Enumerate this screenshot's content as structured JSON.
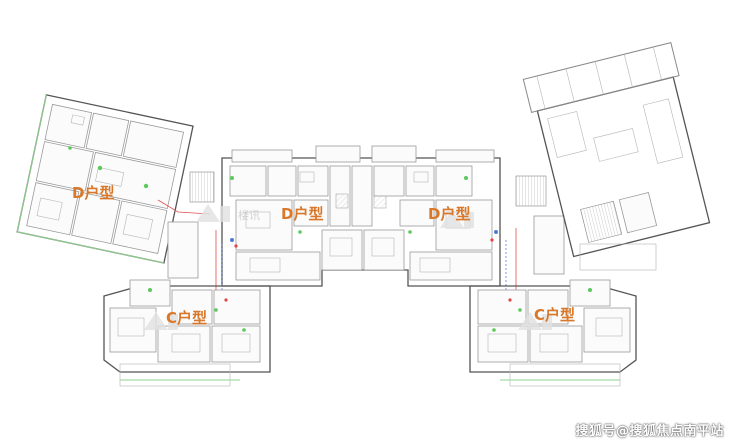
{
  "unit_labels": {
    "d_left_wing": "D户型",
    "d_center_left": "D户型",
    "d_center_right": "D户型",
    "c_left": "C户型",
    "c_right": "C户型"
  },
  "watermark": {
    "brand": "楼讯"
  },
  "credit": "搜狐号@搜狐焦点南平站",
  "colors": {
    "unit_label": "#d9782a",
    "plan_lines": "#8a8a8a",
    "fixtures_green": "#5cc95c",
    "pipes_red": "#e04646",
    "pipes_blue": "#4a7bd8"
  }
}
